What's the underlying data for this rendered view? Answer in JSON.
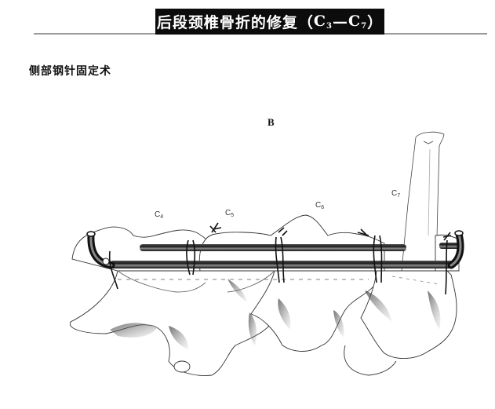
{
  "header": {
    "title_main": "后段颈椎骨折的修复（",
    "title_c_start": "C",
    "title_c_start_sub": "3",
    "title_dash": "—",
    "title_c_end": "C",
    "title_c_end_sub": "7",
    "title_close": "）",
    "bar_color": "#0c0c0c",
    "rule_color": "#9a9a9a"
  },
  "section": {
    "title": "侧部钢针固定术"
  },
  "figure": {
    "panel_label": "B",
    "vertebra_labels": [
      {
        "letter": "C",
        "sub": "4"
      },
      {
        "letter": "C",
        "sub": "5"
      },
      {
        "letter": "C",
        "sub": "6"
      },
      {
        "letter": "C",
        "sub": "7"
      }
    ]
  }
}
